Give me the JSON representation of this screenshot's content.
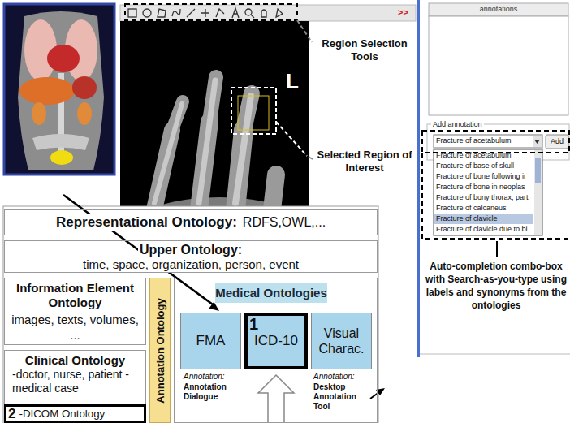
{
  "diagram": {
    "nodes": [
      {
        "text": [
          "Representational Ontology:",
          "RDFS,OWL,..."
        ]
      },
      {
        "text": [
          "Upper Ontology:",
          "time, space, organization, person, event"
        ]
      },
      {
        "text": [
          "Information Element Ontology",
          "images, texts, volumes, ..."
        ]
      },
      {
        "text": [
          "Clinical Ontology",
          "-doctor, nurse, patient -medical case"
        ]
      },
      {
        "text": [
          "2",
          "-DICOM Ontology"
        ],
        "in": 3
      },
      {
        "text": [
          "Annotation Ontology"
        ]
      },
      {
        "text": [
          "Medical Ontologies"
        ]
      },
      {
        "text": [
          "FMA"
        ],
        "in": 6
      },
      {
        "text": [
          "1",
          "ICD-10"
        ],
        "in": 6
      },
      {
        "text": [
          "Visual Charac."
        ],
        "in": 6
      }
    ],
    "labels": [
      "Region Selection Tools",
      "L",
      "Selected Region of Interest",
      ">>",
      "annotations",
      "Add annotation",
      "Fracture of acetabulum",
      "Add",
      "Fracture of acetabulum",
      "Fracture of base of skull",
      "Fracture of bone following ir",
      "Fracture of bone in neoplas",
      "Fracture of bony thorax, part",
      "Fracture of calcaneus",
      "Fracture of clavicle",
      "Fracture of clavicle due to bi",
      "Auto-completion combo-box with Search-as-you-type using labels and synonyms from the ontologies",
      "Annotation:",
      "Annotation Dialogue",
      "Annotation:",
      "Desktop Annotation Tool"
    ]
  }
}
